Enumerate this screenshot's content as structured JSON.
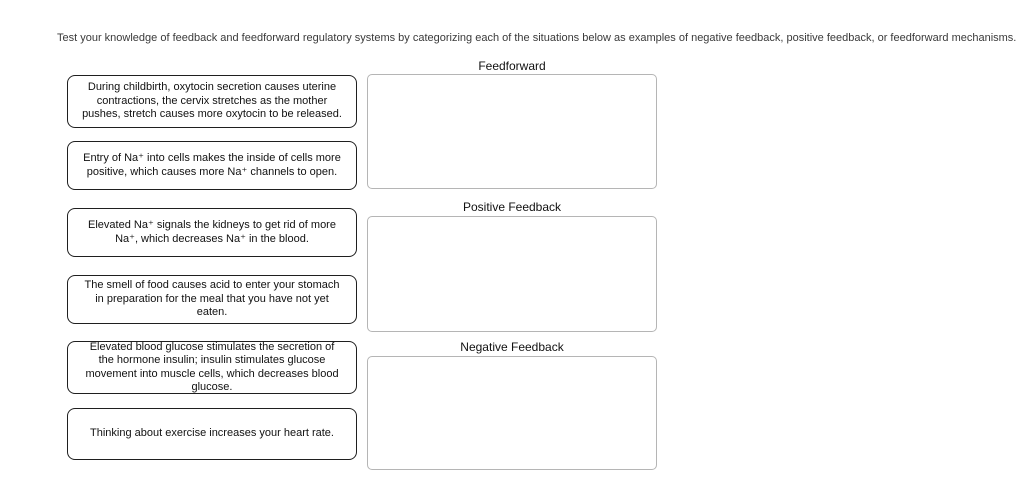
{
  "header": {
    "instructions": "Test your knowledge of feedback and feedforward regulatory systems by categorizing each of the situations below as examples of negative feedback, positive feedback, or feedforward mechanisms."
  },
  "cards": [
    {
      "text": "During childbirth, oxytocin secretion causes uterine contractions, the cervix stretches as the mother pushes, stretch causes more oxytocin to be released."
    },
    {
      "text": "Entry of Na⁺ into cells makes the inside of cells more positive, which causes more Na⁺ channels to open."
    },
    {
      "text": "Elevated Na⁺ signals the kidneys to get rid of more Na⁺, which decreases Na⁺ in the blood."
    },
    {
      "text": "The smell of food causes acid to enter your stomach in preparation for the meal that you have not yet eaten."
    },
    {
      "text": "Elevated blood glucose stimulates the secretion of the hormone insulin; insulin stimulates glucose movement into muscle cells, which decreases blood glucose."
    },
    {
      "text": "Thinking about exercise increases your heart rate."
    }
  ],
  "zones": [
    {
      "label": "Feedforward"
    },
    {
      "label": "Positive Feedback"
    },
    {
      "label": "Negative Feedback"
    }
  ],
  "colors": {
    "card_border": "#1f1f1f",
    "dropzone_border": "#b5b5b5",
    "text": "#111111",
    "background": "#ffffff"
  }
}
